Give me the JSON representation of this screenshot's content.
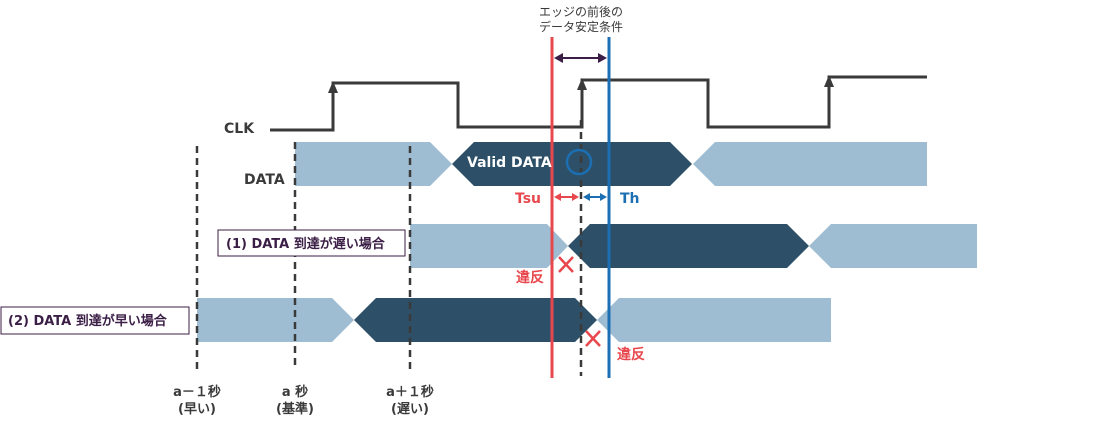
{
  "annotation": {
    "line1": "エッジの前後の",
    "line2": "データ安定条件"
  },
  "signals": {
    "clk": "CLK",
    "data": "DATA",
    "valid_data": "Valid DATA"
  },
  "timing": {
    "tsu": "Tsu",
    "th": "Th"
  },
  "cases": {
    "late": "(1) DATA 到達が遅い場合",
    "early": "(2) DATA 到達が早い場合"
  },
  "violation": "違反",
  "time_markers": [
    {
      "label": "a－１秒",
      "sub": "(早い)"
    },
    {
      "label": "a 秒",
      "sub": "(基準)"
    },
    {
      "label": "a＋１秒",
      "sub": "(遅い)"
    }
  ],
  "colors": {
    "light_band": "#9ebdd3",
    "dark_band": "#2d5068",
    "clk_line": "#3a3a3a",
    "red": "#e8484d",
    "blue": "#1c6fb3",
    "purple": "#3b1e46",
    "text_dark": "#3a3a3a"
  }
}
